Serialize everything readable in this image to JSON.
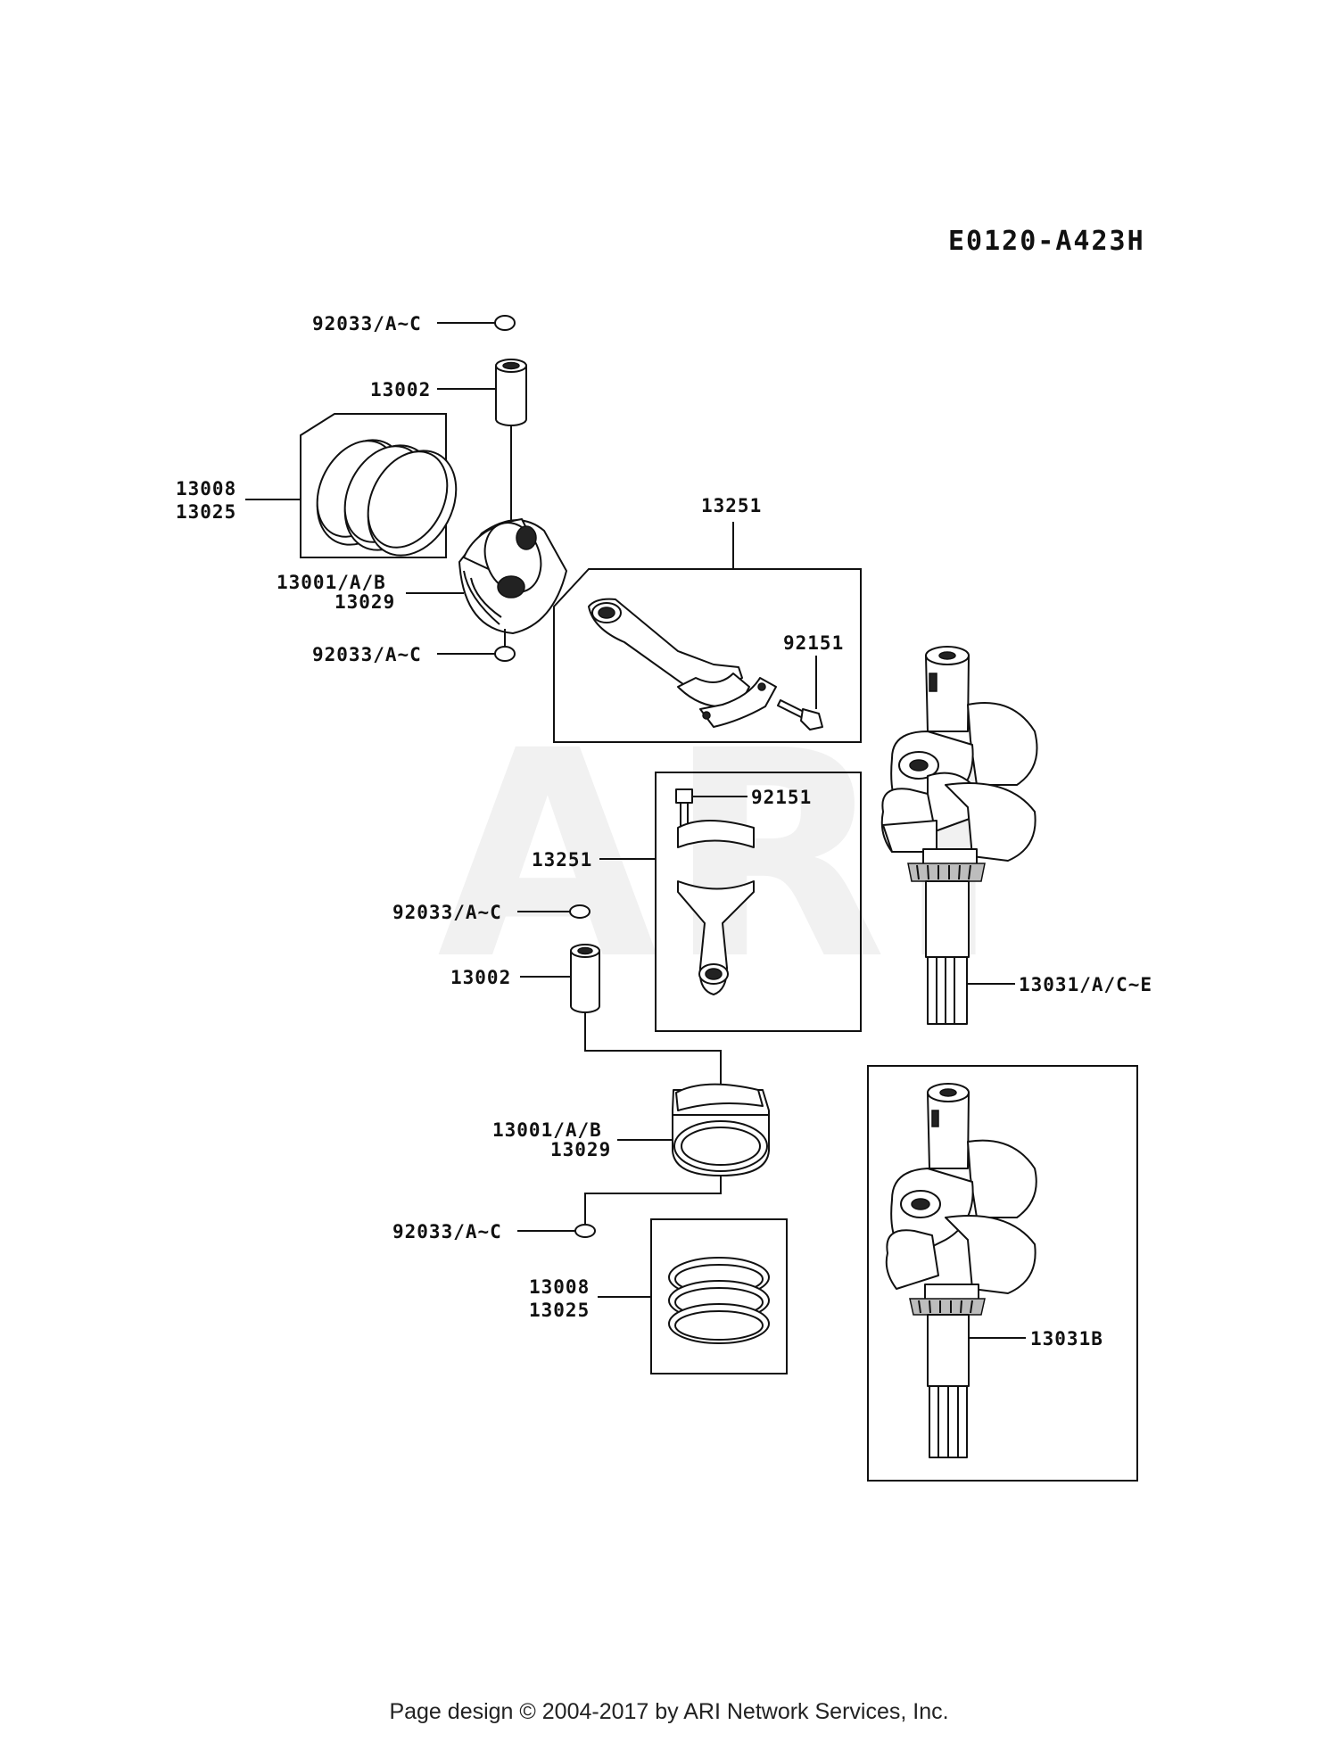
{
  "diagram_code": "E0120-A423H",
  "watermark": "ARI",
  "labels": {
    "clip_top": "92033/A~C",
    "pin_top": "13002",
    "rings_top_a": "13008",
    "rings_top_b": "13025",
    "piston_top_a": "13001/A/B",
    "piston_top_b": "13029",
    "clip_top_lower": "92033/A~C",
    "rod_top": "13251",
    "bolt_top": "92151",
    "bolt_mid": "92151",
    "rod_mid": "13251",
    "clip_mid": "92033/A~C",
    "pin_mid": "13002",
    "crank_top": "13031/A/C~E",
    "piston_mid_a": "13001/A/B",
    "piston_mid_b": "13029",
    "clip_mid_lower": "92033/A~C",
    "rings_mid_a": "13008",
    "rings_mid_b": "13025",
    "crank_bottom": "13031B"
  },
  "footer": "Page design © 2004-2017 by ARI Network Services, Inc."
}
